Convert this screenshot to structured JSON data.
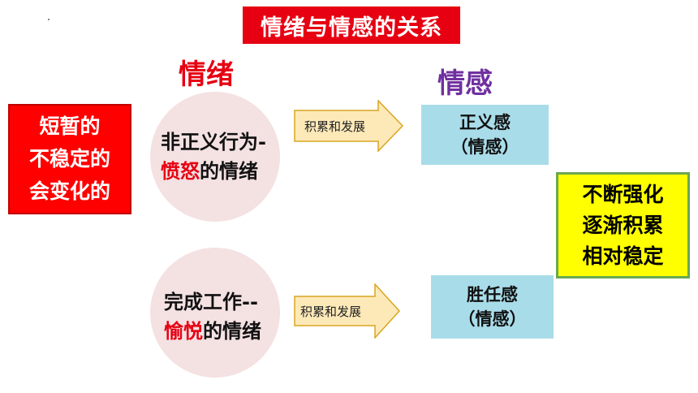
{
  "title": "情绪与情感的关系",
  "headings": {
    "emotion": "情绪",
    "feeling": "情感"
  },
  "left_box": {
    "lines": [
      "短暂的",
      "不稳定的",
      "会变化的"
    ]
  },
  "circles": [
    {
      "line1": "非正义行为-",
      "highlight": "愤怒",
      "suffix": "的情绪"
    },
    {
      "line1": "完成工作--",
      "highlight": "愉悦",
      "suffix": "的情绪"
    }
  ],
  "arrows": [
    {
      "label": "积累和发展"
    },
    {
      "label": "积累和发展"
    }
  ],
  "feelings": [
    {
      "name": "正义感",
      "type": "（情感）"
    },
    {
      "name": "胜任感",
      "type": "（情感）"
    }
  ],
  "right_box": {
    "lines": [
      "不断强化",
      "逐渐积累",
      "相对稳定"
    ]
  },
  "colors": {
    "title_bg": "#e60012",
    "emotion_heading": "#e60012",
    "feeling_heading": "#7030a0",
    "circle_fill": "#f4e1e2",
    "feeling_box": "#a9dce9",
    "arrow_fill": "#fde9b8",
    "right_box_fill": "#ffff00"
  }
}
